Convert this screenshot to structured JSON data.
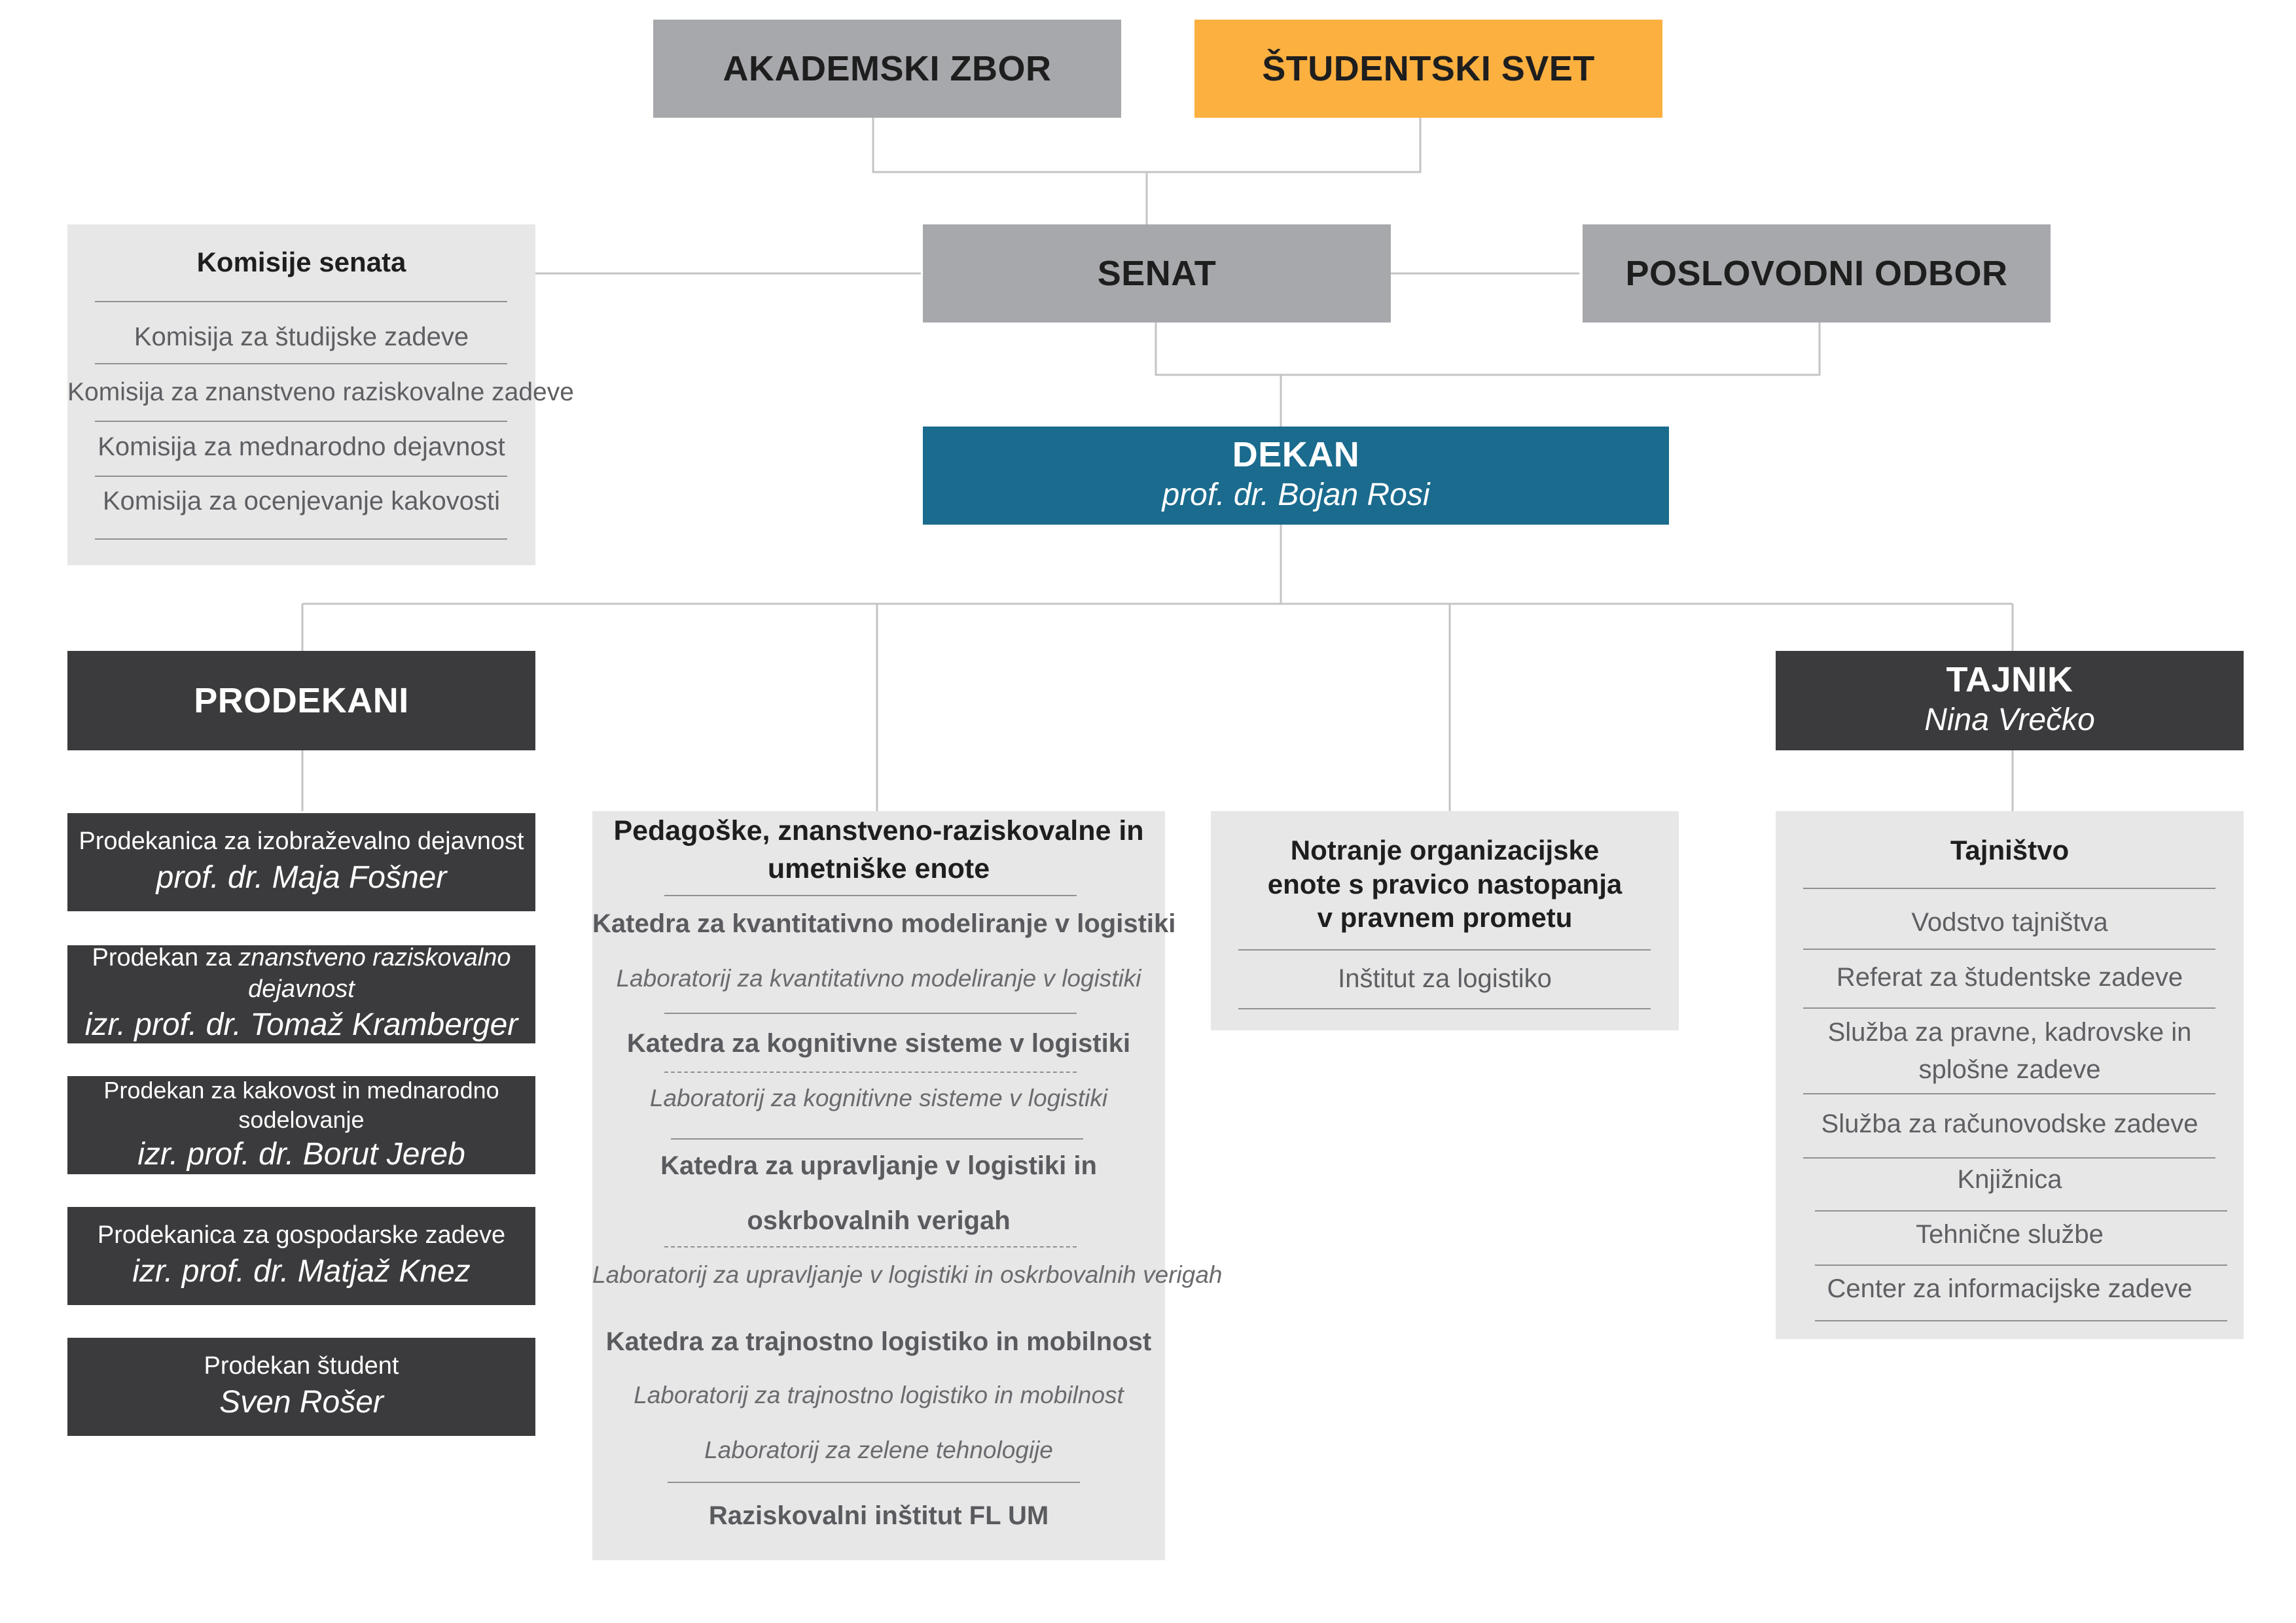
{
  "top": {
    "akademski_zbor": "AKADEMSKI ZBOR",
    "studentski_svet": "ŠTUDENTSKI SVET"
  },
  "senat": "SENAT",
  "poslovodni_odbor": "POSLOVODNI ODBOR",
  "komisije": {
    "title": "Komisije senata",
    "items": [
      "Komisija za študijske zadeve",
      "Komisija za znanstveno raziskovalne zadeve",
      "Komisija za mednarodno dejavnost",
      "Komisija za ocenjevanje kakovosti"
    ]
  },
  "dekan": {
    "title": "DEKAN",
    "name": "prof. dr. Bojan Rosi"
  },
  "prodekani": {
    "title": "PRODEKANI",
    "items": [
      {
        "role": "Prodekanica za izobraževalno dejavnost",
        "name": "prof. dr. Maja Fošner"
      },
      {
        "role_prefix": "Prodekan za ",
        "role_italic": "znanstveno raziskovalno dejavnost",
        "name": "izr. prof. dr. Tomaž Kramberger"
      },
      {
        "role": "Prodekan za kakovost in mednarodno sodelovanje",
        "name": "izr. prof. dr. Borut Jereb"
      },
      {
        "role": "Prodekanica za gospodarske zadeve",
        "name": "izr. prof. dr. Matjaž Knez"
      },
      {
        "role": "Prodekan študent",
        "name": "Sven Rošer"
      }
    ]
  },
  "enote": {
    "title_line1": "Pedagoške, znanstveno-raziskovalne in",
    "title_line2": "umetniške enote",
    "katedra1": "Katedra za kvantitativno modeliranje v logistiki",
    "lab1": "Laboratorij za kvantitativno modeliranje v logistiki",
    "katedra2": "Katedra za kognitivne sisteme  v logistiki",
    "lab2": "Laboratorij za kognitivne sisteme v logistiki",
    "katedra3_line1": "Katedra za upravljanje v logistiki in",
    "katedra3_line2": "oskrbovalnih verigah",
    "lab3": "Laboratorij za upravljanje v logistiki in oskrbovalnih verigah",
    "katedra4": "Katedra za trajnostno logistiko in mobilnost",
    "lab4a": "Laboratorij za trajnostno logistiko in mobilnost",
    "lab4b": "Laboratorij za zelene tehnologije",
    "institut": "Raziskovalni inštitut FL UM"
  },
  "notranje": {
    "title_line1": "Notranje organizacijske",
    "title_line2": "enote s pravico nastopanja",
    "title_line3": "v pravnem prometu",
    "item": "Inštitut za logistiko"
  },
  "tajnik": {
    "title": "TAJNIK",
    "name": "Nina Vrečko"
  },
  "tajnistvo": {
    "title": "Tajništvo",
    "item1": "Vodstvo tajništva",
    "item2": "Referat za študentske zadeve",
    "item3_line1": "Služba za pravne, kadrovske in",
    "item3_line2": "splošne zadeve",
    "item4": "Služba za računovodske zadeve",
    "item5": "Knjižnica",
    "item6": "Tehnične službe",
    "item7": "Center za informacijske zadeve"
  },
  "colors": {
    "gray_box": "#a7a8ab",
    "orange_box": "#fbb040",
    "blue_box": "#1a6b8e",
    "dark_box": "#3b3b3d",
    "light_panel": "#e7e7e8",
    "connector": "#c4c4c6"
  }
}
